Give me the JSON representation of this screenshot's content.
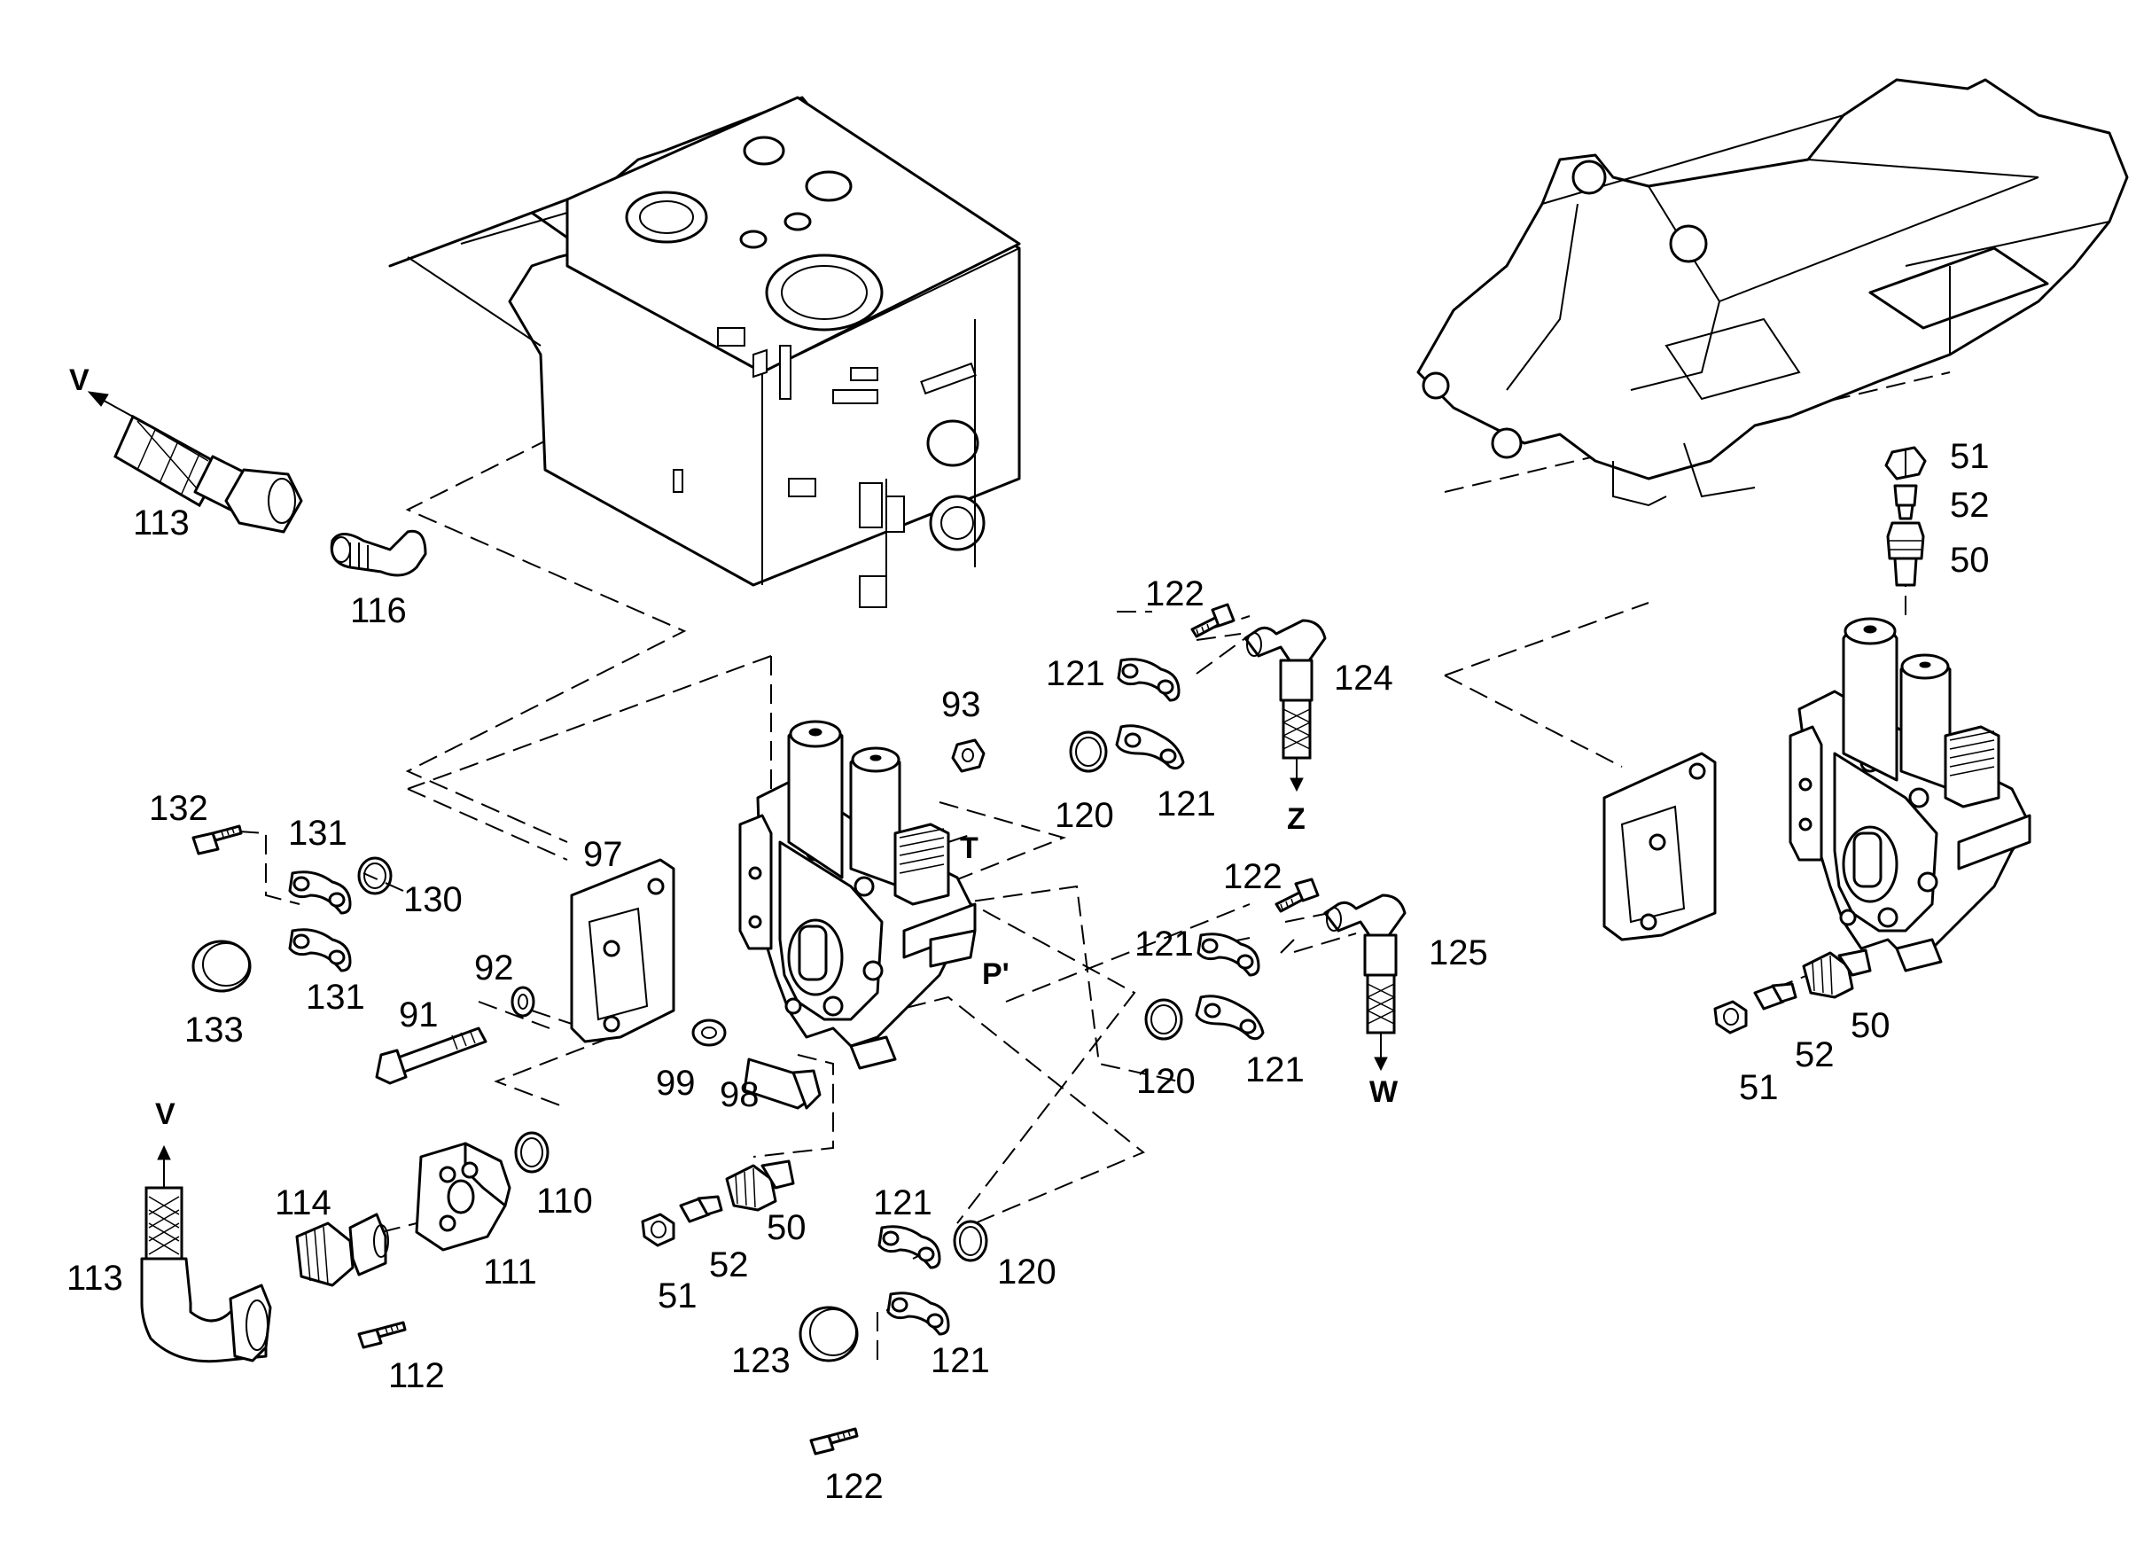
{
  "diagram": {
    "callouts": {
      "c113a": "113",
      "c116": "116",
      "c122a": "122",
      "c121a": "121",
      "c124": "124",
      "c93": "93",
      "c120a": "120",
      "c121b": "121",
      "c132": "132",
      "c131a": "131",
      "c130": "130",
      "c97": "97",
      "c133": "133",
      "c131b": "131",
      "c92": "92",
      "c91": "91",
      "c99": "99",
      "c98": "98",
      "c122b": "122",
      "c121c": "121",
      "c125": "125",
      "c120b": "120",
      "c121d": "121",
      "c114": "114",
      "c113b": "113",
      "c111": "111",
      "c110": "110",
      "c112": "112",
      "c50a": "50",
      "c52a": "52",
      "c51a": "51",
      "c121e": "121",
      "c120c": "120",
      "c123": "123",
      "c121f": "121",
      "c122c": "122",
      "c51b": "51",
      "c52b": "52",
      "c50b": "50",
      "c50c": "50",
      "c52c": "52",
      "c51c": "51"
    },
    "port_labels": {
      "v1": "V",
      "v2": "V",
      "z": "Z",
      "w": "W",
      "t": "T",
      "p": "P'"
    }
  }
}
